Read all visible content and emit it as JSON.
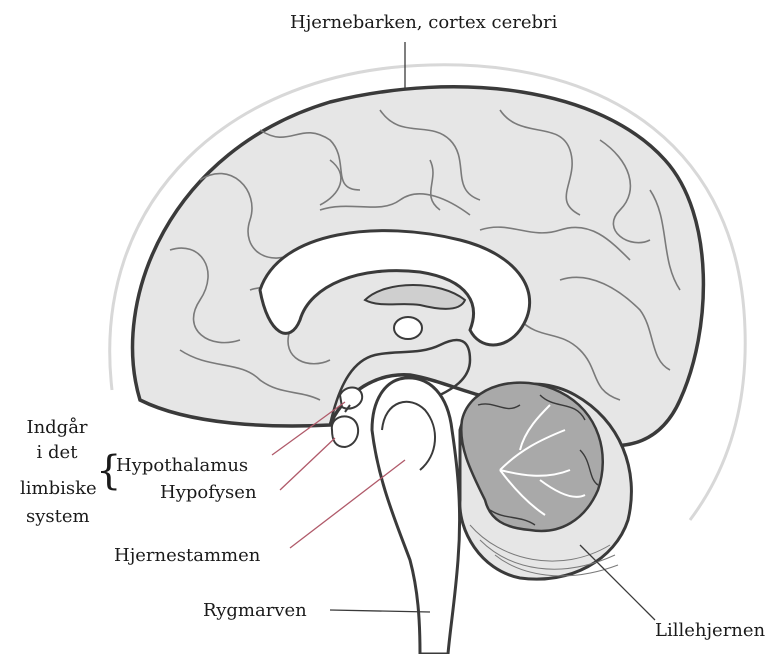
{
  "labels": {
    "cortex": "Hjernebarken, cortex cerebri",
    "limbic_line1": "Indgår",
    "limbic_line2": "i det",
    "limbic_line3": "limbiske",
    "limbic_line4": "system",
    "hypothalamus": "Hypothalamus",
    "hypophysis": "Hypofysen",
    "brainstem": "Hjernestammen",
    "spinal_cord": "Rygmarven",
    "cerebellum": "Lillehjernen"
  },
  "colors": {
    "outline": "#3a3a3a",
    "brain_fill": "#e6e6e6",
    "cerebellum_fill": "#a9a9a9",
    "ventricle_fill": "#cfcfcf",
    "leader_line": "#b05a6a"
  }
}
